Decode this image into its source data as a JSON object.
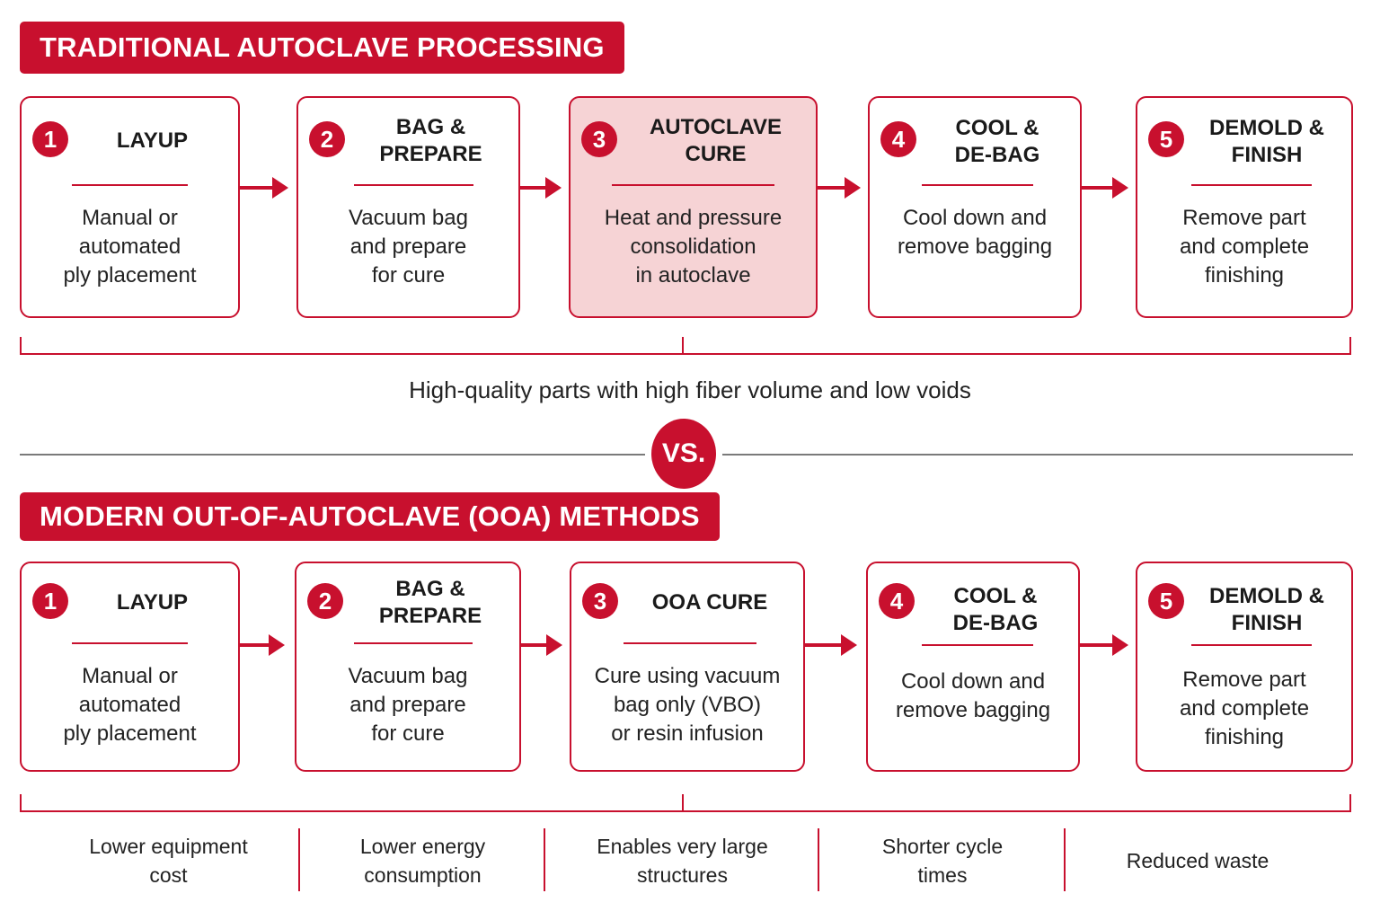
{
  "traditional": {
    "heading": "TRADITIONAL AUTOCLAVE PROCESSING",
    "steps": [
      {
        "num": "1",
        "title": "LAYUP",
        "desc": "Manual or\nautomated\nply placement"
      },
      {
        "num": "2",
        "title": "BAG & PREPARE",
        "desc": "Vacuum bag\nand prepare\nfor cure"
      },
      {
        "num": "3",
        "title": "AUTOCLAVE CURE",
        "desc": "Heat and pressure\nconsolidation\nin autoclave"
      },
      {
        "num": "4",
        "title": "COOL &\nDE-BAG",
        "desc": "Cool down and\nremove bagging"
      },
      {
        "num": "5",
        "title": "DEMOLD &\nFINISH",
        "desc": "Remove part\nand complete\nfinishing"
      }
    ],
    "summary": "High-quality parts with high fiber volume and low voids"
  },
  "vs_label": "VS.",
  "modern": {
    "heading": "MODERN OUT-OF-AUTOCLAVE (OOA) METHODS",
    "steps": [
      {
        "num": "1",
        "title": "LAYUP",
        "desc": "Manual or\nautomated\nply placement"
      },
      {
        "num": "2",
        "title": "BAG & PREPARE",
        "desc": "Vacuum bag\nand prepare\nfor cure"
      },
      {
        "num": "3",
        "title": "OOA CURE",
        "desc": "Cure using vacuum\nbag only (VBO)\nor resin infusion"
      },
      {
        "num": "4",
        "title": "COOL &\nDE-BAG",
        "desc": "Cool down and\nremove bagging"
      },
      {
        "num": "5",
        "title": "DEMOLD &\nFINISH",
        "desc": "Remove part\nand complete\nfinishing"
      }
    ],
    "benefits": [
      "Lower equipment\ncost",
      "Lower energy\nconsumption",
      "Enables very large\nstructures",
      "Shorter cycle\ntimes",
      "Reduced waste"
    ]
  },
  "colors": {
    "accent": "#c8102e",
    "highlight": "#f6d3d5",
    "divider": "#7a7a7a"
  }
}
